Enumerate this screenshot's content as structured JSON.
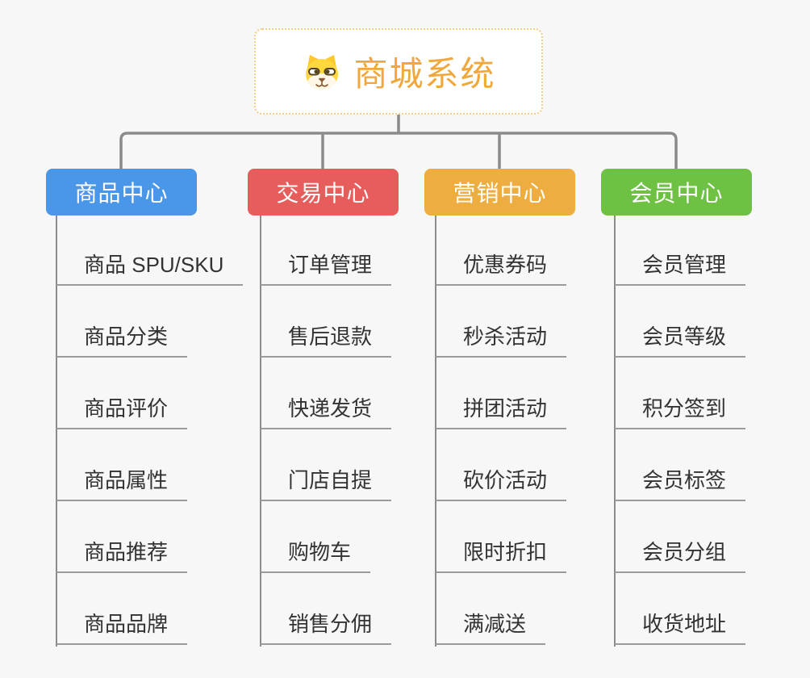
{
  "root": {
    "title": "商城系统",
    "logo_icon": "dog-face-icon"
  },
  "branches": [
    {
      "label": "商品中心",
      "color": "#4a96e8",
      "children": [
        "商品 SPU/SKU",
        "商品分类",
        "商品评价",
        "商品属性",
        "商品推荐",
        "商品品牌"
      ]
    },
    {
      "label": "交易中心",
      "color": "#e65d5b",
      "children": [
        "订单管理",
        "售后退款",
        "快递发货",
        "门店自提",
        "购物车",
        "销售分佣"
      ]
    },
    {
      "label": "营销中心",
      "color": "#edad40",
      "children": [
        "优惠券码",
        "秒杀活动",
        "拼团活动",
        "砍价活动",
        "限时折扣",
        "满减送"
      ]
    },
    {
      "label": "会员中心",
      "color": "#6fc144",
      "children": [
        "会员管理",
        "会员等级",
        "积分签到",
        "会员标签",
        "会员分组",
        "收货地址"
      ]
    }
  ],
  "colors": {
    "background": "#f7f7f7",
    "connector": "#8b8b8b",
    "child_underline": "#9b9b9b",
    "child_text": "#333333",
    "root_title": "#f0a83c",
    "root_border": "#f6cb86"
  }
}
